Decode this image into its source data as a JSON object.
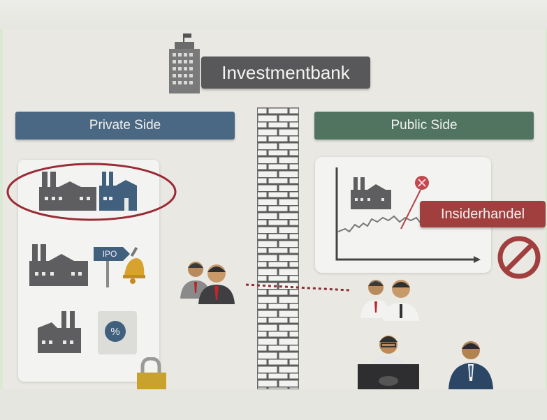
{
  "header": {
    "title": "Investmentbank"
  },
  "private_side": {
    "label": "Private Side",
    "ipo_sign": "IPO",
    "percent_badge": "%"
  },
  "public_side": {
    "label": "Public Side",
    "warning_label": "Insiderhandel"
  },
  "colors": {
    "private": "#4a6783",
    "public": "#517461",
    "warning": "#a13e3e",
    "highlight_circle": "#9a2b35"
  }
}
